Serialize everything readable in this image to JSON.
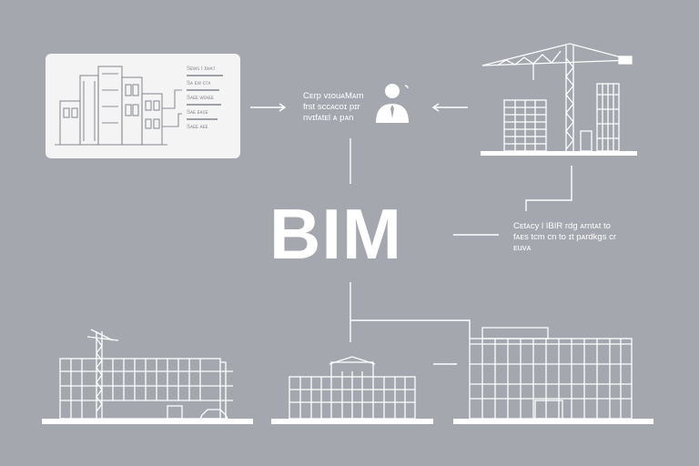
{
  "diagram": {
    "title": "BIM",
    "annotation_top": "Cᴇrp vɪouᴀMᴀm\nfrst sᴄcᴀcoɪ pɪr\nnvɪfᴀtᴇl ᴀ pᴀn",
    "annotation_right": "Cᴇtᴀcy l IBIR rdg ᴀrntᴀt tᴏ\nfᴀᴇs tᴄm ᴄn tᴏ ɪt pᴀrdkgs ᴄr\nᴇuvᴀ",
    "plan_notes": [
      "Sᴇws I ɪwᴀᴛ",
      "Sᴀ ᴇw ᴄᴛᴀ",
      "Sᴀᴇᴇ ᴡɪᴀᴇᴇ",
      "Sᴀᴇ ᴇᴀᴄᴇ",
      "Sᴀᴇᴇ ᴀᴇᴇ"
    ],
    "colors": {
      "background": "#a4a7ad",
      "line": "#ffffff",
      "card": "#f4f4f5",
      "drawing": "#8d9096"
    }
  }
}
